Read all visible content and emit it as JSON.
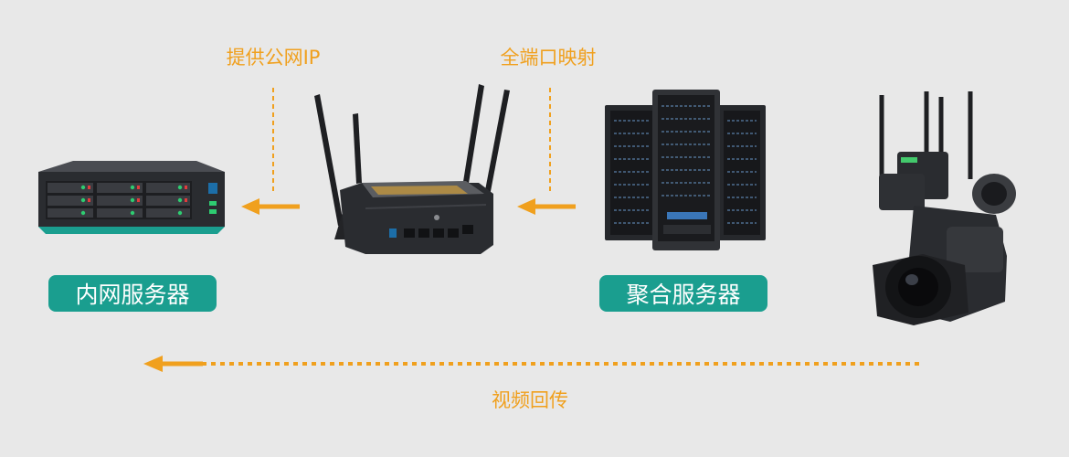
{
  "labels": {
    "public_ip": "提供公网IP",
    "port_mapping": "全端口映射",
    "video_return": "视频回传"
  },
  "nodes": {
    "lan_server": "内网服务器",
    "aggregation_server": "聚合服务器"
  },
  "colors": {
    "background": "#e8e8e8",
    "accent_orange": "#f0a01e",
    "pill_teal": "#1a9e8f",
    "device_dark": "#2a2c30"
  }
}
